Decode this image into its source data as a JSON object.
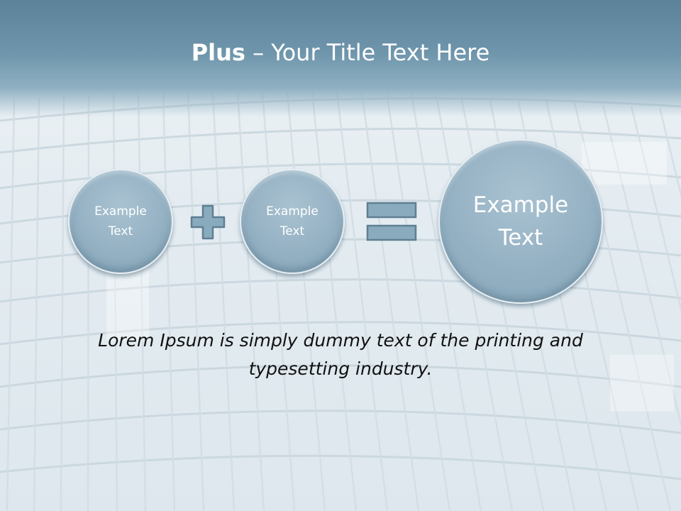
{
  "slide": {
    "title_bold": "Plus",
    "title_rest": " – Your Title Text Here",
    "circles": [
      {
        "label": "Example\nText"
      },
      {
        "label": "Example\nText"
      },
      {
        "label": "Example\nText"
      }
    ],
    "operators": [
      "plus-icon",
      "equals-icon"
    ],
    "body": "Lorem Ipsum is simply dummy text of the printing and typesetting industry."
  },
  "colors": {
    "title_band": "#5b8299",
    "circle_fill": "#94b1c3",
    "operator_fill": "#8aaabd",
    "operator_stroke": "#5f7f92"
  }
}
